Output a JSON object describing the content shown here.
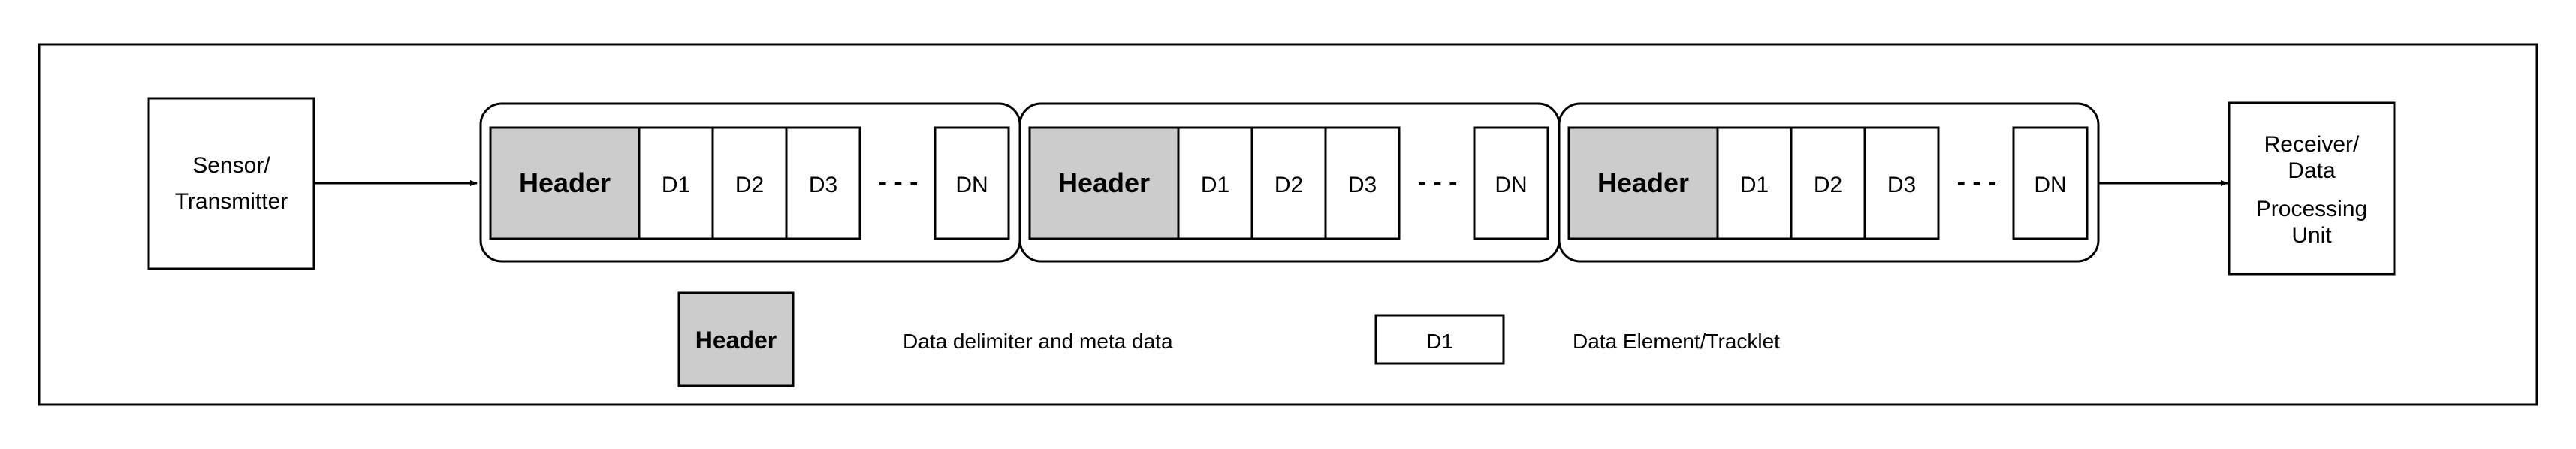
{
  "source": {
    "lines": [
      "Sensor/",
      "Transmitter"
    ]
  },
  "receiver": {
    "lines": [
      "Receiver/",
      "Data",
      "Processing",
      "Unit"
    ]
  },
  "packet": {
    "header": "Header",
    "elements": [
      "D1",
      "D2",
      "D3"
    ],
    "ellipsis": "- - -",
    "last_element": "DN"
  },
  "packet_count": 3,
  "legend": {
    "header_label": "Header",
    "header_desc": "Data delimiter and meta data",
    "element_label": "D1",
    "element_desc": "Data Element/Tracklet"
  },
  "colors": {
    "header_fill": "#cccccc",
    "stroke": "#000000",
    "background": "#ffffff"
  }
}
